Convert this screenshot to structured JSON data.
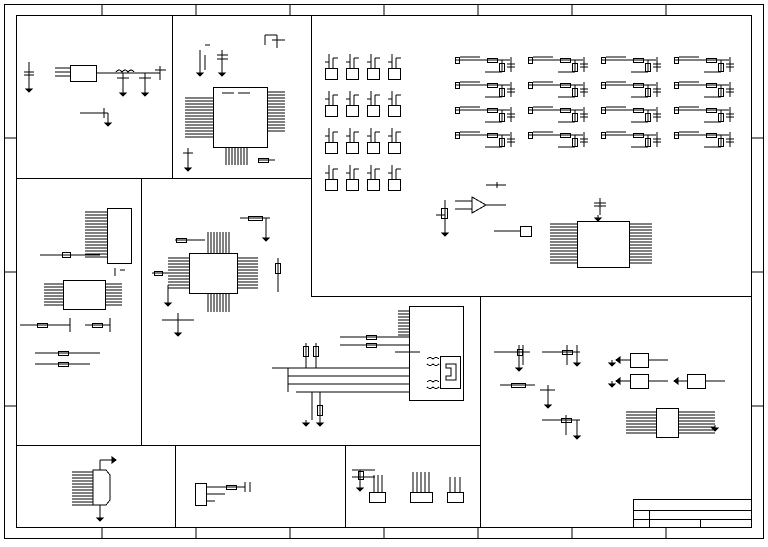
{
  "sheet": {
    "background": "#ffffff",
    "stroke": "#000000",
    "border_zone_ticks": true
  },
  "sections": [
    {
      "id": "power-supply-section"
    },
    {
      "id": "mcu-section"
    },
    {
      "id": "led-matrix-section"
    },
    {
      "id": "interface-section"
    },
    {
      "id": "controller-section"
    },
    {
      "id": "ethernet-section"
    },
    {
      "id": "io-section"
    },
    {
      "id": "connector-section"
    },
    {
      "id": "header-section"
    },
    {
      "id": "pinheader-section"
    }
  ],
  "title_block": {
    "rows": 3,
    "text": ""
  },
  "icons": {
    "ground": "ground-symbol-icon",
    "rj45": "rj45-connector-icon",
    "transformer": "transformer-icon"
  }
}
